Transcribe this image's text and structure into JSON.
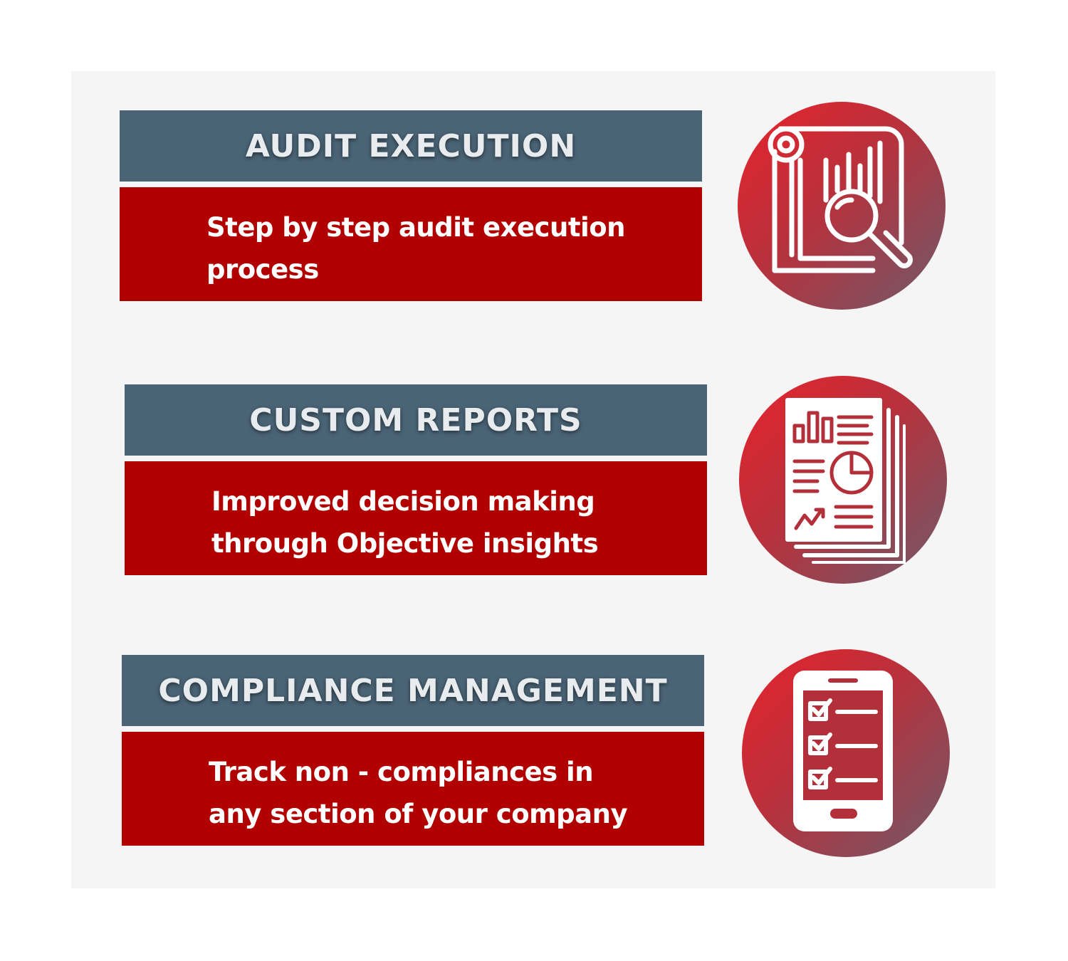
{
  "features": [
    {
      "title": "AUDIT EXECUTION",
      "desc_line1": "Step by step audit execution",
      "desc_line2": "process",
      "icon": "report-magnifier-icon"
    },
    {
      "title": "CUSTOM REPORTS",
      "desc_line1": "Improved decision making",
      "desc_line2": "through Objective insights",
      "icon": "analytics-report-icon"
    },
    {
      "title": "COMPLIANCE MANAGEMENT",
      "desc_line1": "Track non - compliances in",
      "desc_line2": "any section of your company",
      "icon": "mobile-checklist-icon"
    }
  ],
  "colors": {
    "title_bar": "#4a6476",
    "desc_bar": "#b10000",
    "panel_bg": "#f5f5f5"
  }
}
